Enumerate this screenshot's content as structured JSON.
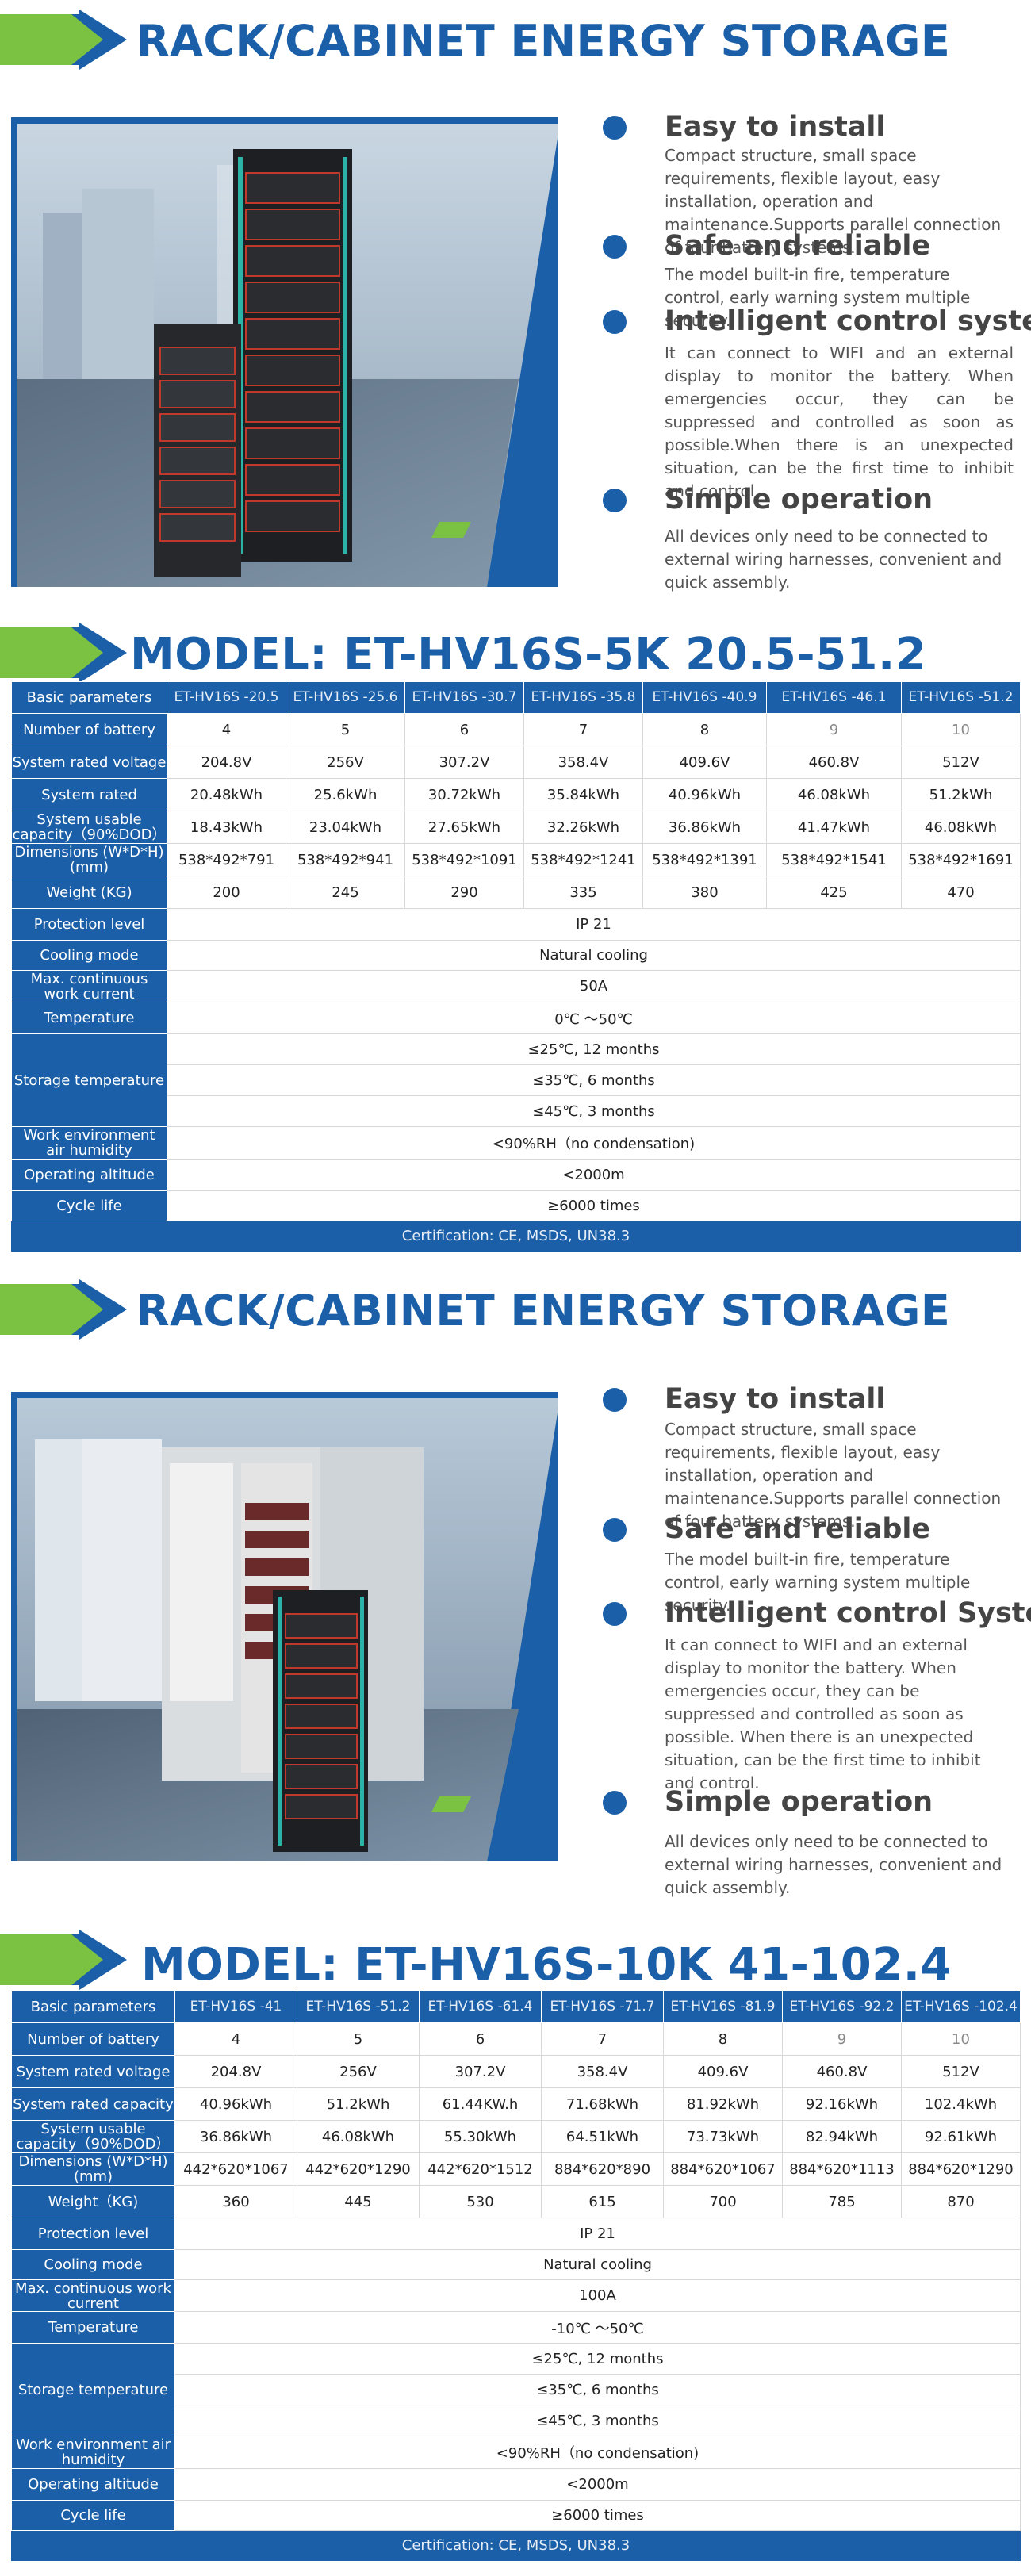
{
  "colors": {
    "brand_blue": "#1a5fa8",
    "accent_green": "#7cc242",
    "white": "#ffffff"
  },
  "section1": {
    "banner_title": "RACK/CABINET ENERGY STORAGE",
    "features": [
      {
        "title": "Easy to install",
        "text": "Compact structure, small space requirements, flexible layout, easy installation, operation and maintenance.Supports parallel connection of four battery systems."
      },
      {
        "title": "Safe and reliable",
        "text": "The model built-in fire, temperature control, early warning system multiple security."
      },
      {
        "title": "Intelligent control system",
        "text": "It can connect to WIFI and an external display to monitor the battery. When emergencies occur, they can be suppressed and controlled as soon as possible.When there is an unexpected situation, can be the first time to inhibit and control."
      },
      {
        "title": "Simple operation",
        "text": "All devices only need to be connected to external wiring harnesses, convenient and quick assembly."
      }
    ]
  },
  "model1": {
    "banner_title": "MODEL: ET-HV16S-5K 20.5-51.2",
    "labels": {
      "basic": "Basic parameters",
      "battery": "Number of battery",
      "voltage": "System rated voltage",
      "capacity": "System rated",
      "usable": "System usable capacity（90%DOD）",
      "dims": "Dimensions (W*D*H)(mm)",
      "weight": "Weight (KG)",
      "protection": "Protection level",
      "cooling": "Cooling mode",
      "current": "Max. continuous work current",
      "temperature": "Temperature",
      "storage": "Storage temperature",
      "humidity": "Work environment air humidity",
      "altitude": "Operating altitude",
      "cycle": "Cycle life"
    },
    "models": [
      "ET-HV16S -20.5",
      "ET-HV16S -25.6",
      "ET-HV16S -30.7",
      "ET-HV16S -35.8",
      "ET-HV16S -40.9",
      "ET-HV16S -46.1",
      "ET-HV16S -51.2"
    ],
    "battery": [
      "4",
      "5",
      "6",
      "7",
      "8",
      "9",
      "10"
    ],
    "voltage": [
      "204.8V",
      "256V",
      "307.2V",
      "358.4V",
      "409.6V",
      "460.8V",
      "512V"
    ],
    "capacity": [
      "20.48kWh",
      "25.6kWh",
      "30.72kWh",
      "35.84kWh",
      "40.96kWh",
      "46.08kWh",
      "51.2kWh"
    ],
    "usable": [
      "18.43kWh",
      "23.04kWh",
      "27.65kWh",
      "32.26kWh",
      "36.86kWh",
      "41.47kWh",
      "46.08kWh"
    ],
    "dims": [
      "538*492*791",
      "538*492*941",
      "538*492*1091",
      "538*492*1241",
      "538*492*1391",
      "538*492*1541",
      "538*492*1691"
    ],
    "weight": [
      "200",
      "245",
      "290",
      "335",
      "380",
      "425",
      "470"
    ],
    "protection": "IP 21",
    "cooling": "Natural cooling",
    "current": "50A",
    "temperature": "0℃ ～50℃",
    "storage": [
      "≤25℃, 12 months",
      "≤35℃, 6 months",
      "≤45℃, 3 months"
    ],
    "humidity": "<90%RH（no condensation)",
    "altitude": "<2000m",
    "cycle": "≥6000 times",
    "certification": "Certification: CE, MSDS, UN38.3"
  },
  "section2": {
    "banner_title": "RACK/CABINET ENERGY STORAGE",
    "features": [
      {
        "title": "Easy to install",
        "text": "Compact structure, small space requirements, flexible layout, easy installation, operation and maintenance.Supports parallel connection of four battery systems."
      },
      {
        "title": "Safe and reliable",
        "text": "The model built-in fire, temperature control, early warning system multiple security."
      },
      {
        "title": "Intelligent control System",
        "text": "It can connect to WIFI and an external display to monitor the battery. When emergencies occur, they can be suppressed and controlled as soon as possible. When there is an unexpected situation, can be the first time to inhibit and control."
      },
      {
        "title": "Simple operation",
        "text": "All devices only need to be connected to external wiring harnesses, convenient and quick assembly."
      }
    ]
  },
  "model2": {
    "banner_title": "MODEL: ET-HV16S-10K 41-102.4",
    "labels": {
      "basic": "Basic parameters",
      "battery": "Number of battery",
      "voltage": "System rated voltage",
      "capacity": "System rated capacity",
      "usable": "System usable capacity（90%DOD）",
      "dims": "Dimensions (W*D*H)(mm)",
      "weight": "Weight（KG)",
      "protection": "Protection level",
      "cooling": "Cooling mode",
      "current": "Max. continuous work current",
      "temperature": "Temperature",
      "storage": "Storage temperature",
      "humidity": "Work environment air humidity",
      "altitude": "Operating altitude",
      "cycle": "Cycle life"
    },
    "models": [
      "ET-HV16S -41",
      "ET-HV16S -51.2",
      "ET-HV16S -61.4",
      "ET-HV16S -71.7",
      "ET-HV16S -81.9",
      "ET-HV16S -92.2",
      "ET-HV16S -102.4"
    ],
    "battery": [
      "4",
      "5",
      "6",
      "7",
      "8",
      "9",
      "10"
    ],
    "voltage": [
      "204.8V",
      "256V",
      "307.2V",
      "358.4V",
      "409.6V",
      "460.8V",
      "512V"
    ],
    "capacity": [
      "40.96kWh",
      "51.2kWh",
      "61.44KW.h",
      "71.68kWh",
      "81.92kWh",
      "92.16kWh",
      "102.4kWh"
    ],
    "usable": [
      "36.86kWh",
      "46.08kWh",
      "55.30kWh",
      "64.51kWh",
      "73.73kWh",
      "82.94kWh",
      "92.61kWh"
    ],
    "dims": [
      "442*620*1067",
      "442*620*1290",
      "442*620*1512",
      "884*620*890",
      "884*620*1067",
      "884*620*1113",
      "884*620*1290"
    ],
    "weight": [
      "360",
      "445",
      "530",
      "615",
      "700",
      "785",
      "870"
    ],
    "protection": "IP 21",
    "cooling": "Natural cooling",
    "current": "100A",
    "temperature": "-10℃ ～50℃",
    "storage": [
      "≤25℃, 12 months",
      "≤35℃, 6 months",
      "≤45℃, 3 months"
    ],
    "humidity": "<90%RH（no condensation)",
    "altitude": "<2000m",
    "cycle": "≥6000 times",
    "certification": "Certification: CE, MSDS, UN38.3"
  }
}
